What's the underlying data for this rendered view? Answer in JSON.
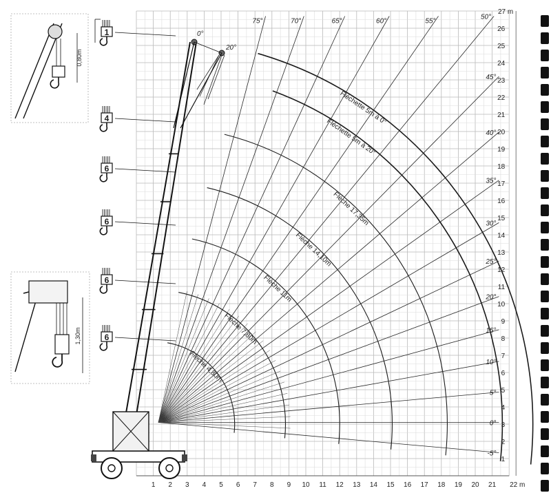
{
  "chart_data": {
    "type": "crane-range-diagram",
    "x_axis": {
      "unit_label": "22 m",
      "ticks": [
        1,
        2,
        3,
        4,
        5,
        6,
        7,
        8,
        9,
        10,
        11,
        12,
        13,
        14,
        15,
        16,
        17,
        18,
        19,
        20,
        21
      ]
    },
    "y_axis": {
      "unit_label": "27 m",
      "ticks": [
        1,
        2,
        3,
        4,
        5,
        6,
        7,
        8,
        9,
        10,
        11,
        12,
        13,
        14,
        15,
        16,
        17,
        18,
        19,
        20,
        21,
        22,
        23,
        24,
        25,
        26
      ]
    },
    "pivot": {
      "x": 1.0,
      "y": 3.0
    },
    "boom_configs": [
      {
        "label": "Flèche 4,80m",
        "radius": 4.8,
        "hook_lines": "6"
      },
      {
        "label": "Flèche 7,80m",
        "radius": 7.8,
        "hook_lines": "6"
      },
      {
        "label": "Flèche 11m",
        "radius": 11.0,
        "hook_lines": "6"
      },
      {
        "label": "Flèche 14,10m",
        "radius": 14.1,
        "hook_lines": "6"
      },
      {
        "label": "Flèche 17,35m",
        "radius": 17.35,
        "hook_lines": "6"
      },
      {
        "label": "Fléchette 5m à 20°",
        "radius": 20.6,
        "hook_lines": "4"
      },
      {
        "label": "Fléchette 5m à 0°",
        "radius": 22.4,
        "hook_lines": "1"
      }
    ],
    "angle_lines": [
      {
        "deg": -5,
        "label": "-5°"
      },
      {
        "deg": 0,
        "label": "0°"
      },
      {
        "deg": 5,
        "label": "5°"
      },
      {
        "deg": 10,
        "label": "10°"
      },
      {
        "deg": 15,
        "label": "15°"
      },
      {
        "deg": 20,
        "label": "20°"
      },
      {
        "deg": 25,
        "label": "25°"
      },
      {
        "deg": 30,
        "label": "30°"
      },
      {
        "deg": 35,
        "label": "35°"
      },
      {
        "deg": 40,
        "label": "40°"
      },
      {
        "deg": 45,
        "label": "45°"
      },
      {
        "deg": 50,
        "label": "50°"
      },
      {
        "deg": 55,
        "label": "55°"
      },
      {
        "deg": 60,
        "label": "60°"
      },
      {
        "deg": 65,
        "label": "65°"
      },
      {
        "deg": 70,
        "label": "70°"
      },
      {
        "deg": 75,
        "label": "75°"
      }
    ],
    "jib_tip_labels": {
      "zero": "0°",
      "twenty": "20°"
    },
    "details": {
      "top_dimension": "0,80m",
      "bottom_dimension": "1,30m"
    }
  }
}
